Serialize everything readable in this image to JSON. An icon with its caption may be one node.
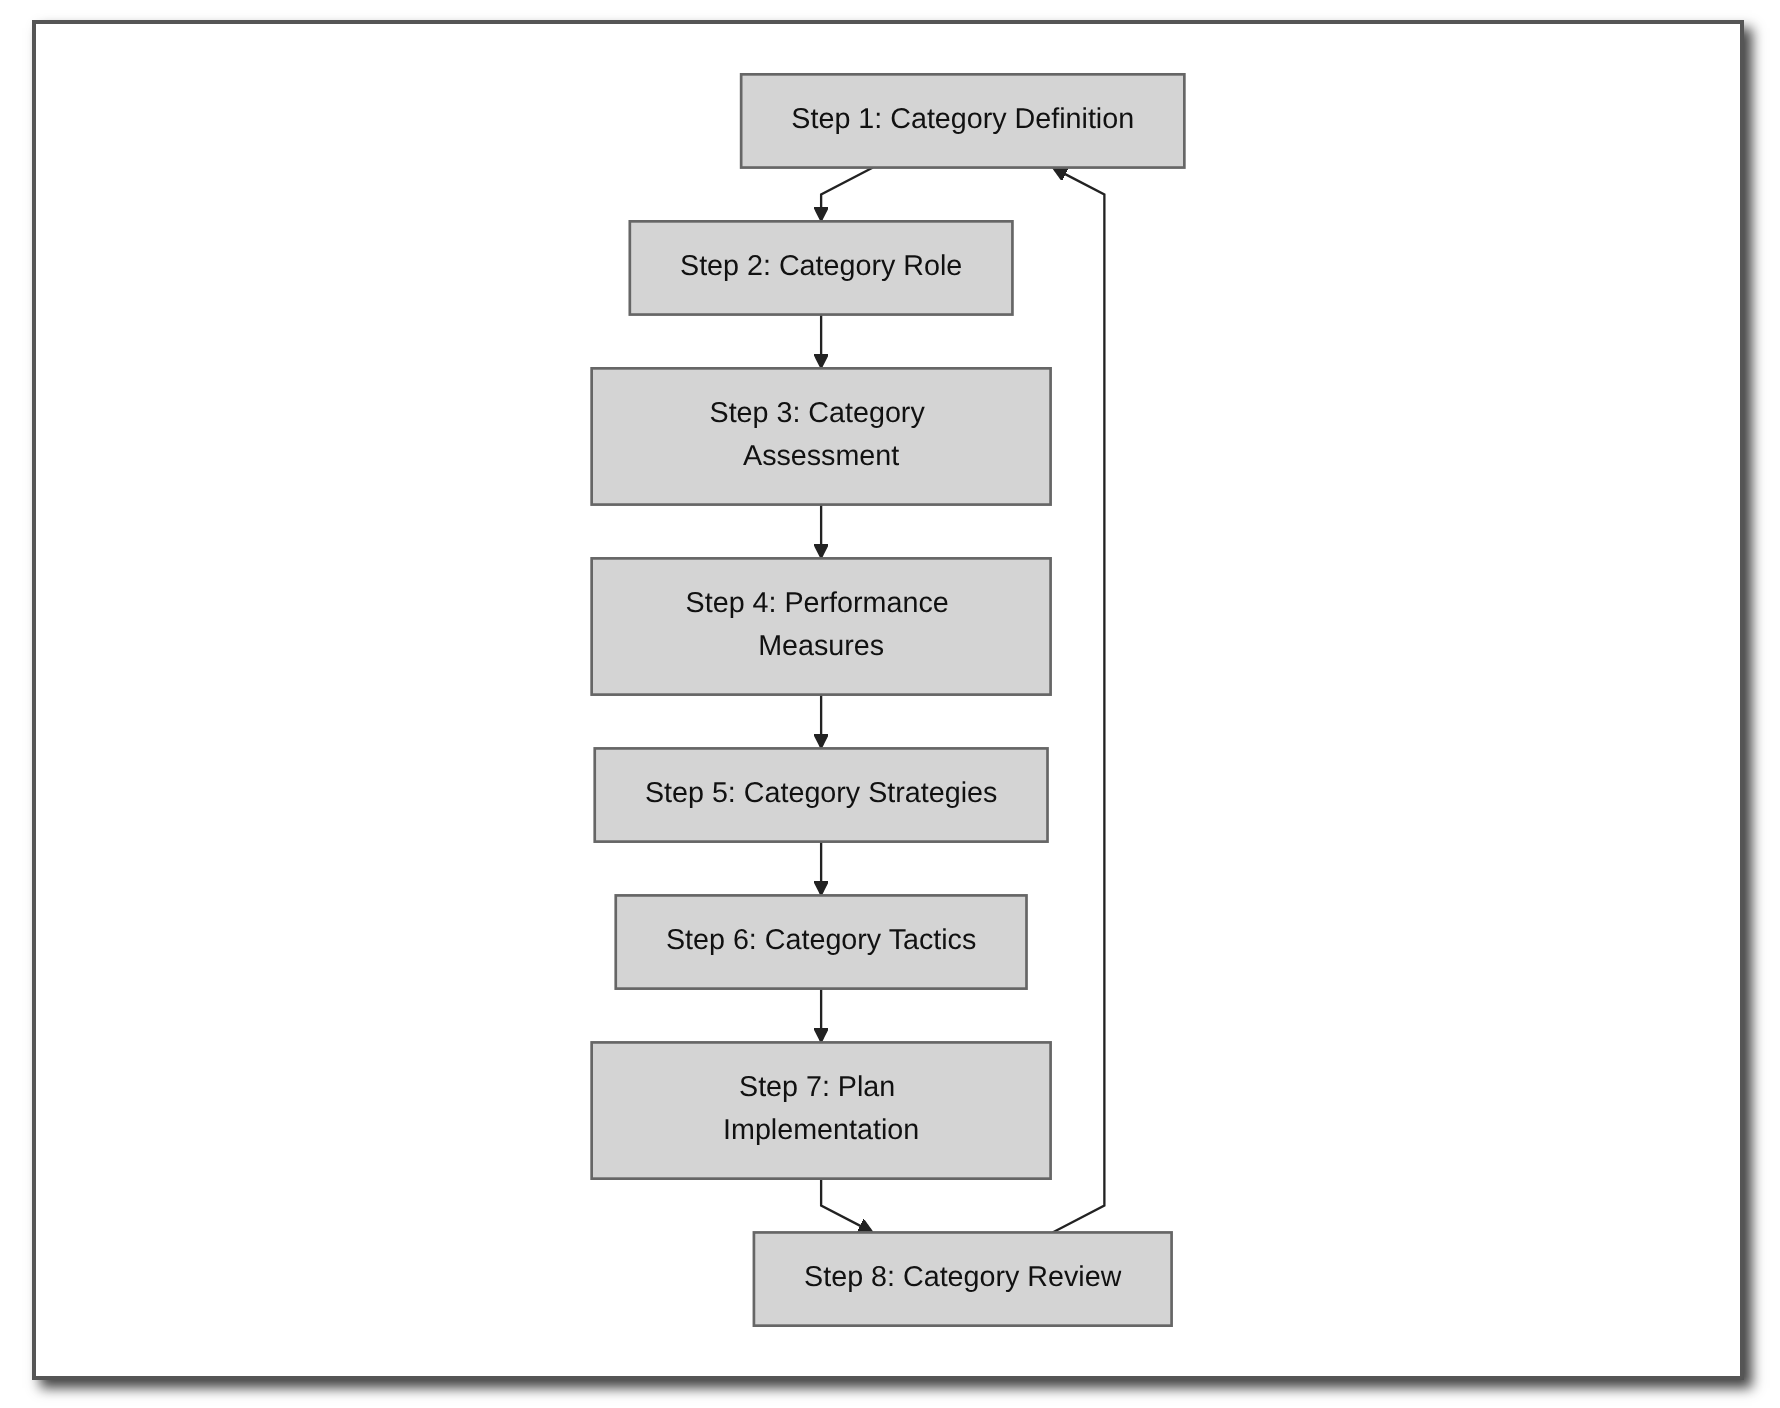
{
  "diagram": {
    "nodes": [
      {
        "text": [
          "Step 1: Category Definition"
        ]
      },
      {
        "text": [
          "Step 2: Category Role"
        ]
      },
      {
        "text": [
          "Step 3: Category Assessment"
        ]
      },
      {
        "text": [
          "Step 4: Performance Measures"
        ]
      },
      {
        "text": [
          "Step 5: Category Strategies"
        ]
      },
      {
        "text": [
          "Step 6: Category Tactics"
        ]
      },
      {
        "text": [
          "Step 7: Plan Implementation"
        ]
      },
      {
        "text": [
          "Step 8: Category Review"
        ]
      }
    ],
    "edges": [
      {
        "from": 0,
        "to": 1,
        "arrow": "to"
      },
      {
        "from": 1,
        "to": 2,
        "arrow": "to"
      },
      {
        "from": 2,
        "to": 3,
        "arrow": "to"
      },
      {
        "from": 3,
        "to": 4,
        "arrow": "to"
      },
      {
        "from": 4,
        "to": 5,
        "arrow": "to"
      },
      {
        "from": 5,
        "to": 6,
        "arrow": "to"
      },
      {
        "from": 6,
        "to": 7,
        "arrow": "to"
      },
      {
        "from": 7,
        "to": 0,
        "arrow": "to"
      }
    ]
  }
}
